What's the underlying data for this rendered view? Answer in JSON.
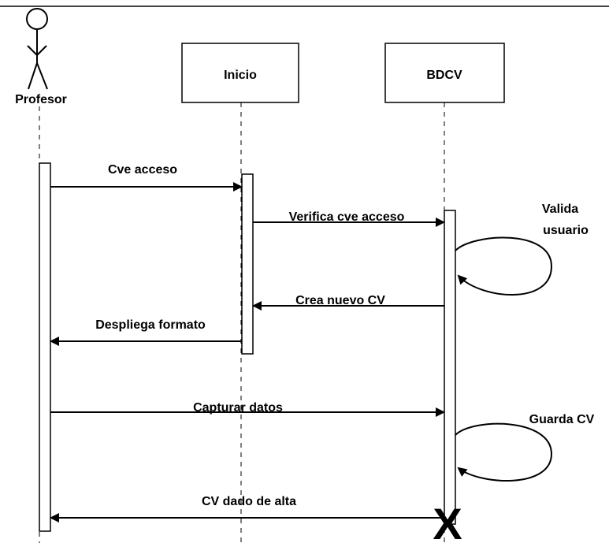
{
  "actor": {
    "name": "Profesor"
  },
  "objects": [
    {
      "id": "inicio",
      "label": "Inicio"
    },
    {
      "id": "bdcv",
      "label": "BDCV"
    }
  ],
  "messages": [
    {
      "id": "m1",
      "label": "Cve acceso",
      "from": "Profesor",
      "to": "Inicio"
    },
    {
      "id": "m2",
      "label": "Verifica cve acceso",
      "from": "Inicio",
      "to": "BDCV"
    },
    {
      "id": "m3",
      "label": "Valida usuario",
      "label_lines": [
        "Valida",
        "usuario"
      ],
      "from": "BDCV",
      "to": "BDCV",
      "self": true
    },
    {
      "id": "m4",
      "label": "Crea nuevo CV",
      "from": "BDCV",
      "to": "Inicio"
    },
    {
      "id": "m5",
      "label": "Despliega formato",
      "from": "Inicio",
      "to": "Profesor"
    },
    {
      "id": "m6",
      "label": "Capturar datos",
      "from": "Profesor",
      "to": "BDCV"
    },
    {
      "id": "m7",
      "label": "Guarda CV",
      "from": "BDCV",
      "to": "BDCV",
      "self": true
    },
    {
      "id": "m8",
      "label": "CV dado de alta",
      "from": "BDCV",
      "to": "Profesor"
    }
  ],
  "destroy_marker": "X"
}
